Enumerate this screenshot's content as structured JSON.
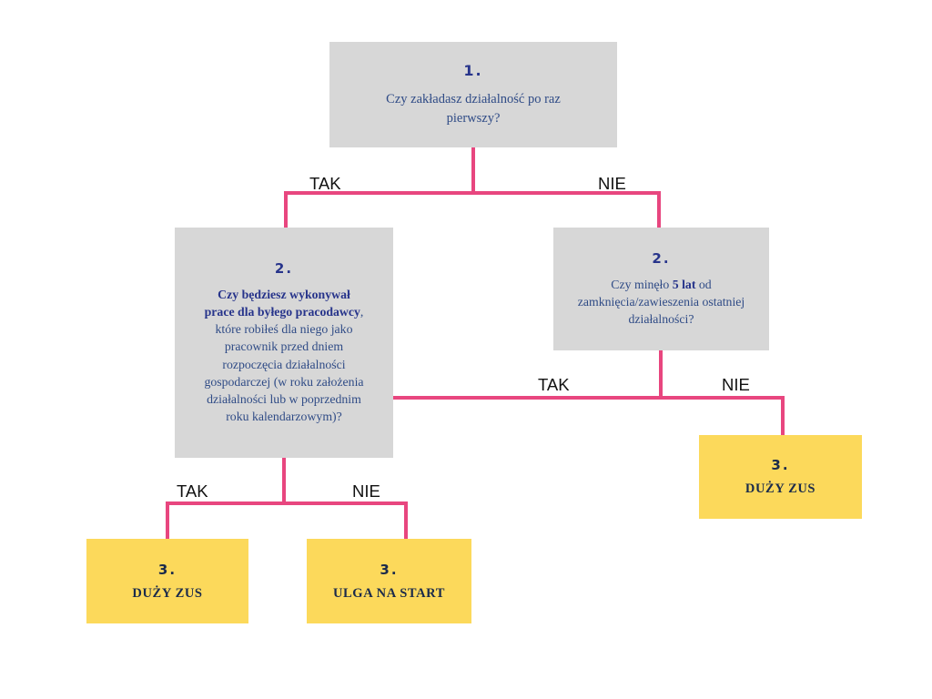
{
  "colors": {
    "background": "#ffffff",
    "decision_box": "#d7d7d7",
    "result_box": "#fcd95b",
    "connector": "#e8467f",
    "decision_text": "#2f4b86",
    "number_text": "#27348b",
    "result_text": "#1b2b4b",
    "edge_label_text": "#111111"
  },
  "nodes": {
    "q1": {
      "number": "1.",
      "text": "Czy zakładasz działalność po raz pierwszy?"
    },
    "q2_left": {
      "number": "2.",
      "text_bold": "Czy będziesz wykonywał prace dla byłego pracodawcy",
      "text_rest": ", które robiłeś dla niego jako pracownik przed dniem rozpoczęcia działalności gospodarczej (w roku założenia działalności lub w poprzednim roku kalendarzowym)?"
    },
    "q2_right": {
      "number": "2.",
      "text_before": "Czy minęło ",
      "text_bold": "5 lat",
      "text_after": " od zamknięcia/zawieszenia ostatniej działalności?"
    },
    "r3_left": {
      "number": "3.",
      "text": "DUŻY ZUS"
    },
    "r3_middle": {
      "number": "3.",
      "text": "ULGA NA START"
    },
    "r3_right": {
      "number": "3.",
      "text": "DUŻY ZUS"
    }
  },
  "edge_labels": {
    "q1_yes": "TAK",
    "q1_no": "NIE",
    "q2_right_yes": "TAK",
    "q2_right_no": "NIE",
    "q2_left_yes": "TAK",
    "q2_left_no": "NIE"
  },
  "flow": [
    {
      "from": "q1",
      "label": "TAK",
      "to": "q2_left"
    },
    {
      "from": "q1",
      "label": "NIE",
      "to": "q2_right"
    },
    {
      "from": "q2_right",
      "label": "TAK",
      "to": "q2_left"
    },
    {
      "from": "q2_right",
      "label": "NIE",
      "to": "r3_right"
    },
    {
      "from": "q2_left",
      "label": "TAK",
      "to": "r3_left"
    },
    {
      "from": "q2_left",
      "label": "NIE",
      "to": "r3_middle"
    }
  ]
}
